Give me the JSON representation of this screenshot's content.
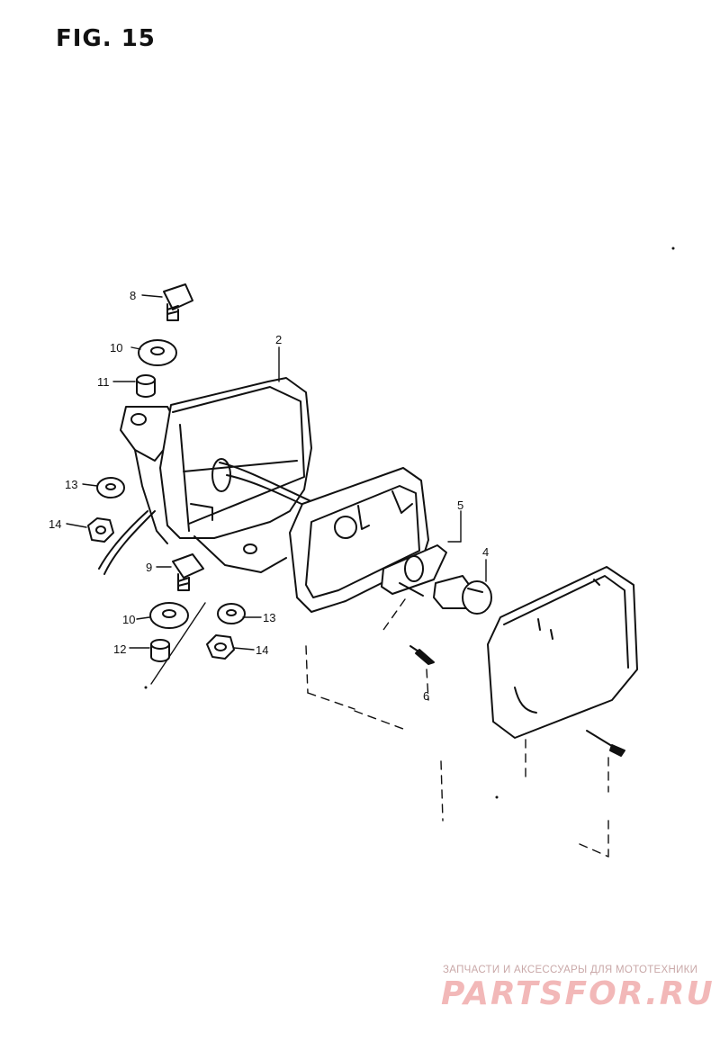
{
  "figure": {
    "title": "FIG. 15"
  },
  "parts": [
    {
      "number": "2",
      "name": "housing"
    },
    {
      "number": "4",
      "name": "bulb"
    },
    {
      "number": "5",
      "name": "socket"
    },
    {
      "number": "6",
      "name": "screw"
    },
    {
      "number": "8",
      "name": "bolt"
    },
    {
      "number": "9",
      "name": "bolt"
    },
    {
      "number": "10",
      "name": "washer"
    },
    {
      "number": "11",
      "name": "spacer"
    },
    {
      "number": "12",
      "name": "spacer"
    },
    {
      "number": "13",
      "name": "washer"
    },
    {
      "number": "14",
      "name": "nut"
    }
  ],
  "labels": {
    "l2": "2",
    "l4": "4",
    "l5": "5",
    "l6": "6",
    "l8": "8",
    "l9": "9",
    "l10a": "10",
    "l10b": "10",
    "l11": "11",
    "l12": "12",
    "l13a": "13",
    "l13b": "13",
    "l14a": "14",
    "l14b": "14"
  },
  "watermark": {
    "subtitle": "ЗАПЧАСТИ И АКСЕССУАРЫ ДЛЯ МОТОТЕХНИКИ",
    "brand": "PARTSFOR.RU"
  }
}
